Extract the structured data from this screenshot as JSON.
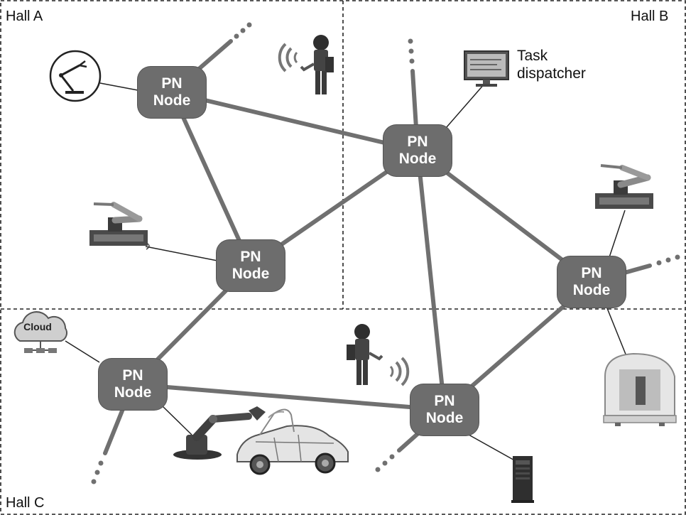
{
  "halls": {
    "a": "Hall A",
    "b": "Hall B",
    "c": "Hall C"
  },
  "node": {
    "line1": "PN",
    "line2": "Node"
  },
  "task_dispatcher": {
    "line1": "Task",
    "line2": "dispatcher"
  },
  "cloud": {
    "label": "Cloud"
  },
  "colors": {
    "node_fill": "#6d6d6d",
    "link": "#707070",
    "boundary": "#222222",
    "device": "#3a3a3a"
  },
  "icons": [
    "robot-arm-circle-icon",
    "mobile-robot-wifi-icon",
    "robot-arm-platform-icon",
    "monitor-icon",
    "cloud-icon",
    "machine-enclosure-icon",
    "server-tower-icon",
    "robot-arm-car-icon"
  ]
}
